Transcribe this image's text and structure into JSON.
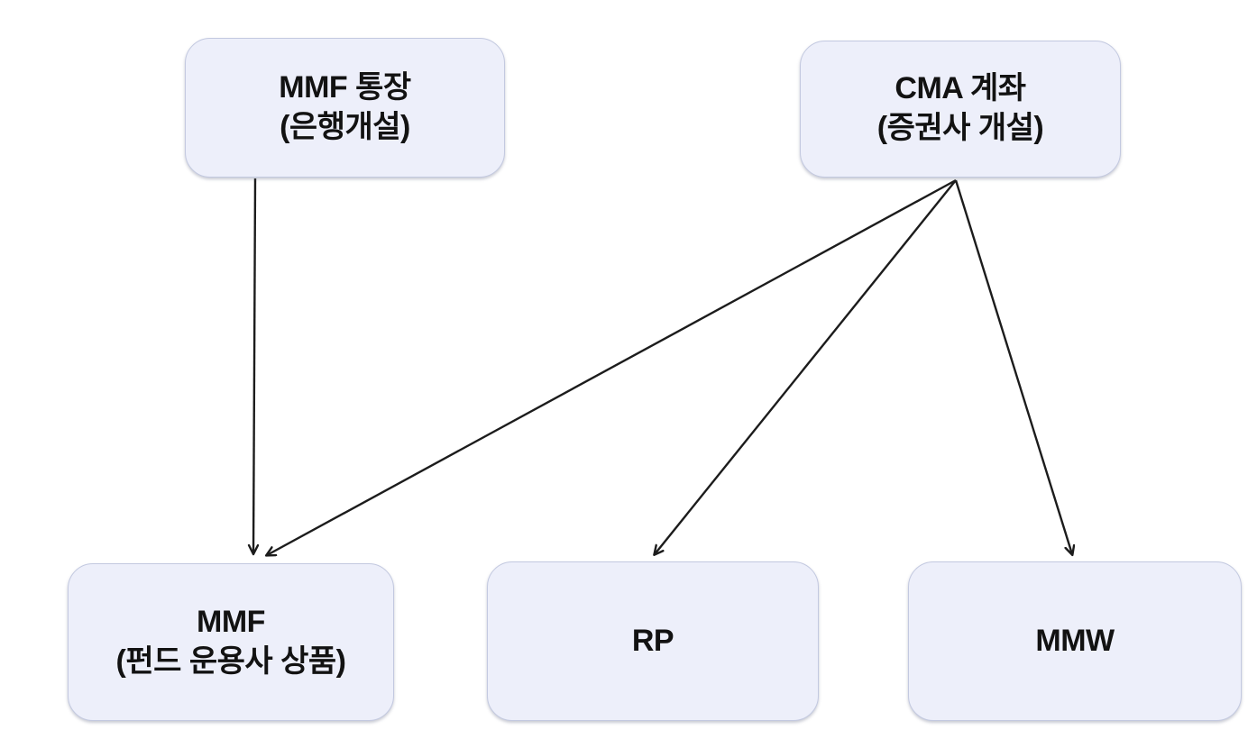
{
  "diagram": {
    "title": "MMF / CMA account-product relationship diagram",
    "colors": {
      "background": "#ffffff",
      "node_fill": "#edeffa",
      "node_border": "#c3c9e0",
      "arrow": "#1c1c1c",
      "text": "#121212"
    },
    "nodes": [
      {
        "id": "mmf-account",
        "line1": "MMF 통장",
        "line2": "(은행개설)"
      },
      {
        "id": "cma-account",
        "line1": "CMA 계좌",
        "line2": "(증권사 개설)"
      },
      {
        "id": "mmf-product",
        "line1": "MMF",
        "line2": "(펀드 운용사 상품)"
      },
      {
        "id": "rp-product",
        "line1": "RP",
        "line2": ""
      },
      {
        "id": "mmw-product",
        "line1": "MMW",
        "line2": ""
      }
    ],
    "edges": [
      {
        "from": "mmf-account",
        "to": "mmf-product"
      },
      {
        "from": "cma-account",
        "to": "mmf-product"
      },
      {
        "from": "cma-account",
        "to": "rp-product"
      },
      {
        "from": "cma-account",
        "to": "mmw-product"
      }
    ]
  }
}
